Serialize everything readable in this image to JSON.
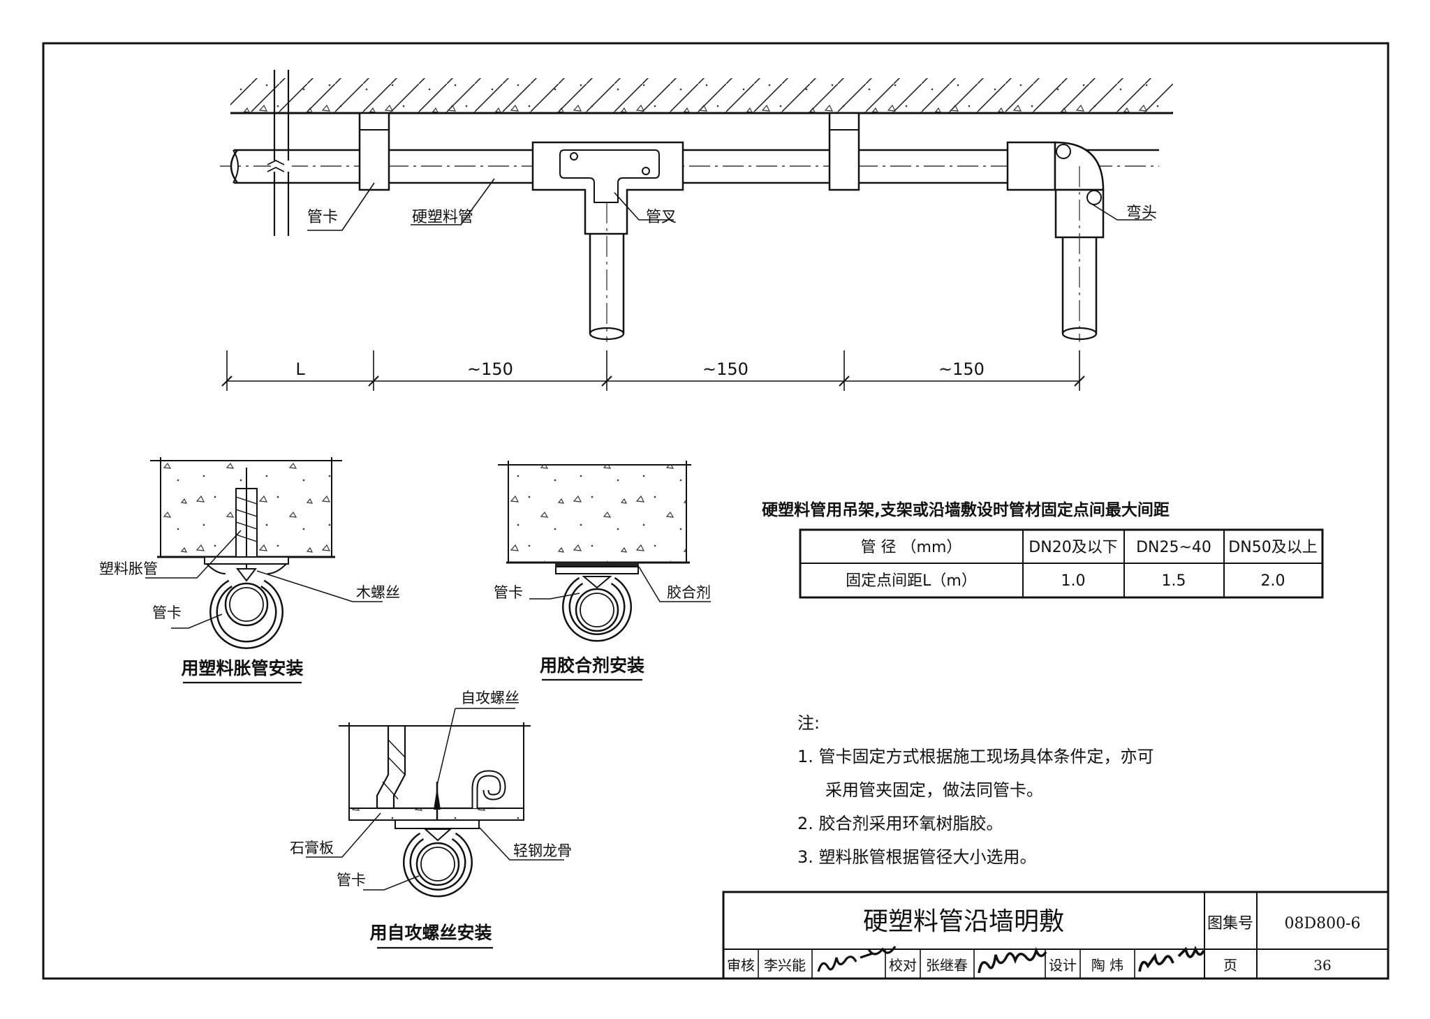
{
  "main_diagram": {
    "labels": {
      "clamp": "管卡",
      "pipe": "硬塑料管",
      "tee": "管叉",
      "elbow": "弯头"
    },
    "dimensions": [
      "L",
      "~150",
      "~150",
      "~150"
    ]
  },
  "details": [
    {
      "caption": "用塑料胀管安装",
      "labels": {
        "anchor": "塑料胀管",
        "screw": "木螺丝",
        "clamp": "管卡"
      }
    },
    {
      "caption": "用胶合剂安装",
      "labels": {
        "clamp": "管卡",
        "glue": "胶合剂"
      }
    },
    {
      "caption": "用自攻螺丝安装",
      "labels": {
        "screw": "自攻螺丝",
        "board": "石膏板",
        "keel": "轻钢龙骨",
        "clamp": "管卡"
      }
    }
  ],
  "spacing_table": {
    "title": "硬塑料管用吊架,支架或沿墙敷设时管材固定点间最大间距",
    "header": [
      "管  径  （mm）",
      "DN20及以下",
      "DN25~40",
      "DN50及以上"
    ],
    "row": [
      "固定点间距L（m）",
      "1.0",
      "1.5",
      "2.0"
    ]
  },
  "notes": {
    "heading": "注:",
    "items": [
      "1.  管卡固定方式根据施工现场具体条件定，亦可",
      "采用管夹固定，做法同管卡。",
      "2.  胶合剂采用环氧树脂胶。",
      "3.  塑料胀管根据管径大小选用。"
    ]
  },
  "title_block": {
    "title": "硬塑料管沿墙明敷",
    "atlas_label": "图集号",
    "atlas_no": "08D800-6",
    "review_label": "审核",
    "reviewer": "李兴能",
    "check_label": "校对",
    "checker": "张继春",
    "design_label": "设计",
    "designer": "陶  炜",
    "page_label": "页",
    "page_no": "36",
    "signatures": [
      "李兴能",
      "张继春",
      "陶炜"
    ]
  }
}
